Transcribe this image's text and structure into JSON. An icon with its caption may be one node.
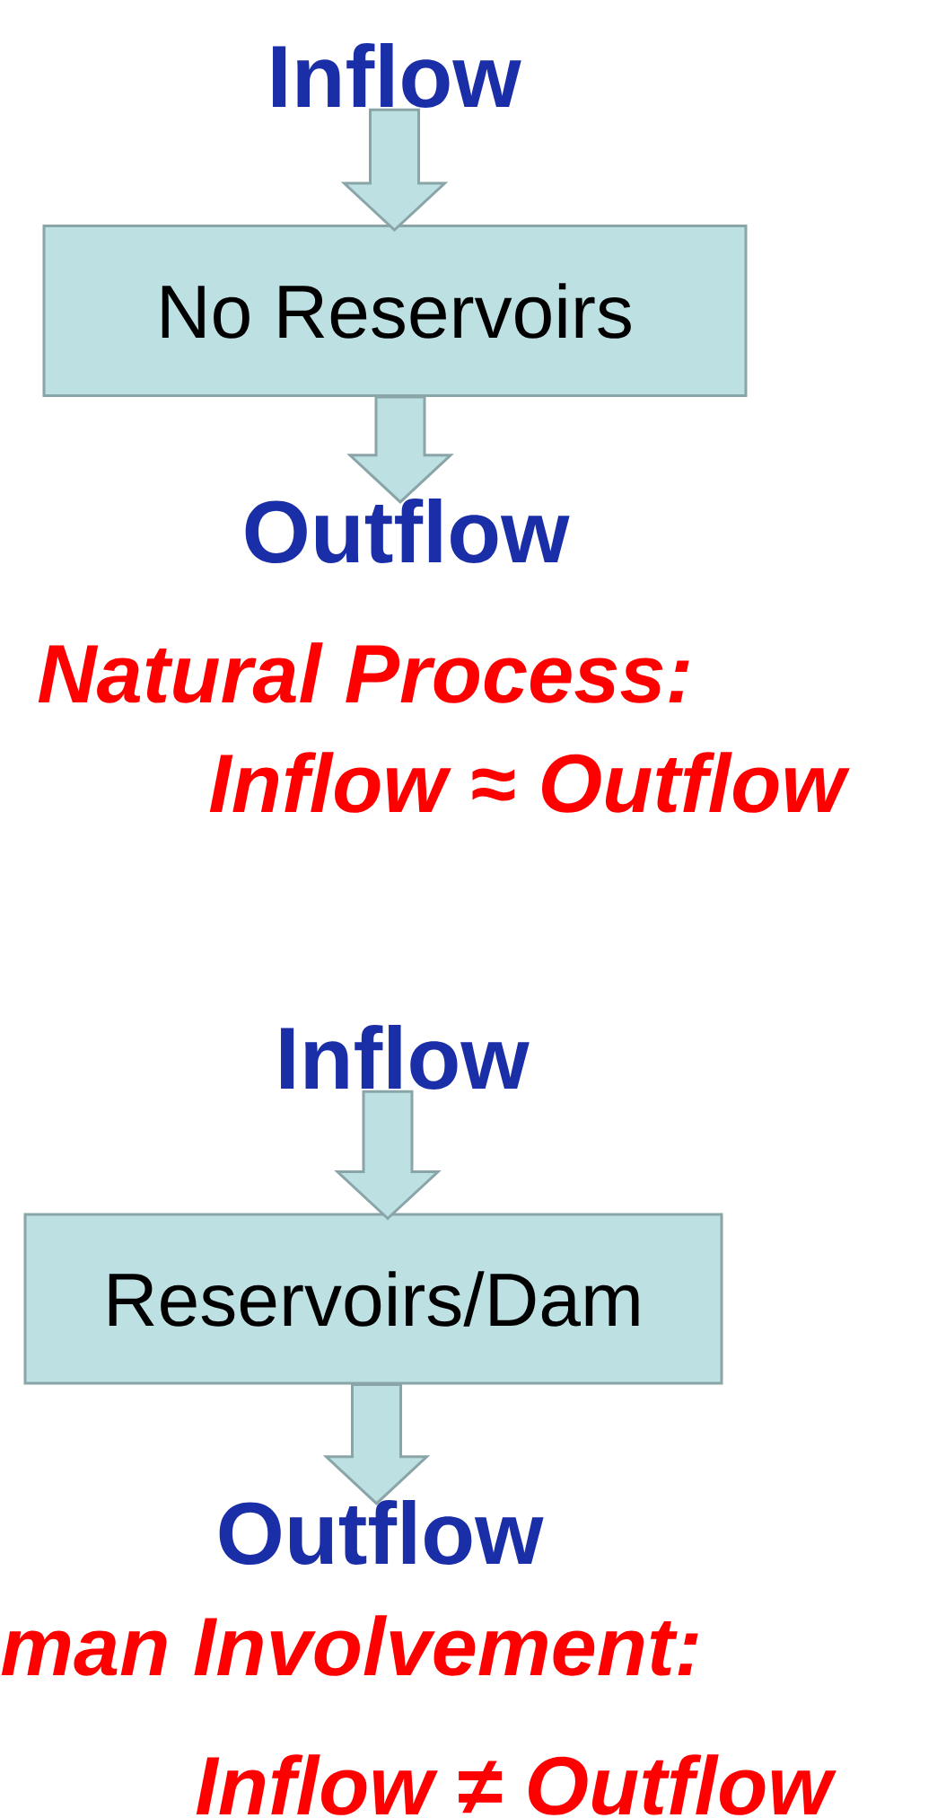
{
  "diagram": {
    "nodes": [
      {
        "text": [
          "Inflow"
        ]
      },
      {
        "text": [
          "No Reservoirs"
        ]
      },
      {
        "text": [
          "Outflow"
        ]
      },
      {
        "text": [
          "Inflow"
        ]
      },
      {
        "text": [
          "Reservoirs/Dam"
        ]
      },
      {
        "text": [
          "Outflow"
        ]
      }
    ],
    "edges": [
      {
        "from": 0,
        "to": 1,
        "arrow": "to"
      },
      {
        "from": 1,
        "to": 2,
        "arrow": "to"
      },
      {
        "from": 3,
        "to": 4,
        "arrow": "to"
      },
      {
        "from": 4,
        "to": 5,
        "arrow": "to"
      }
    ],
    "labels": [
      "Natural Process:",
      "Inflow ≈ Outflow",
      "man Involvement:",
      "Inflow ≠ Outflow"
    ]
  }
}
